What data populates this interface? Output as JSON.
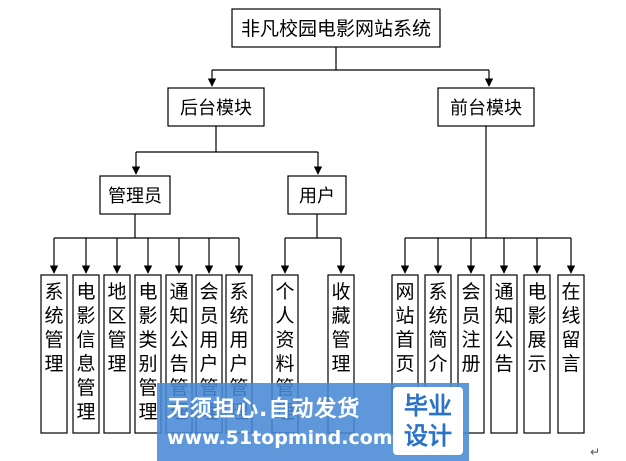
{
  "diagram": {
    "root": "非凡校园电影网站系统",
    "backend": {
      "title": "后台模块",
      "admin": {
        "title": "管理员",
        "children": [
          "系统管理",
          "电影信息管理",
          "地区管理",
          "电影类别管理",
          "通知公告管理",
          "会员用户管理",
          "系统用户管理"
        ]
      },
      "user": {
        "title": "用户",
        "children": [
          "个人资料管理",
          "收藏管理"
        ]
      }
    },
    "frontend": {
      "title": "前台模块",
      "children": [
        "网站首页",
        "系统简介",
        "会员注册",
        "通知公告",
        "电影展示",
        "在线留言"
      ]
    }
  },
  "watermark": {
    "slogan": "无须担心.自动发货",
    "url": "www.51topmind.com",
    "badge_line1": "毕业",
    "badge_line2": "设计"
  },
  "paragraph_mark": "↵"
}
